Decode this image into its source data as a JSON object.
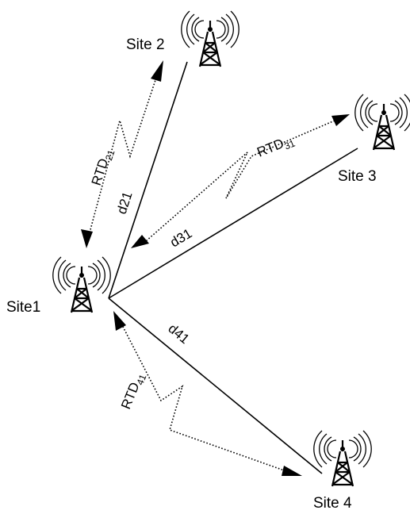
{
  "sites": {
    "site1": {
      "label": "Site1"
    },
    "site2": {
      "label": "Site 2"
    },
    "site3": {
      "label": "Site 3"
    },
    "site4": {
      "label": "Site 4"
    }
  },
  "links": {
    "d21": {
      "label": "d21"
    },
    "d31": {
      "label": "d31"
    },
    "d41": {
      "label": "d41"
    }
  },
  "rtd": {
    "rtd21": {
      "main": "RTD",
      "sub": "21"
    },
    "rtd31": {
      "main": "RTD",
      "sub": "31"
    },
    "rtd41": {
      "main": "RTD",
      "sub": "41"
    }
  }
}
